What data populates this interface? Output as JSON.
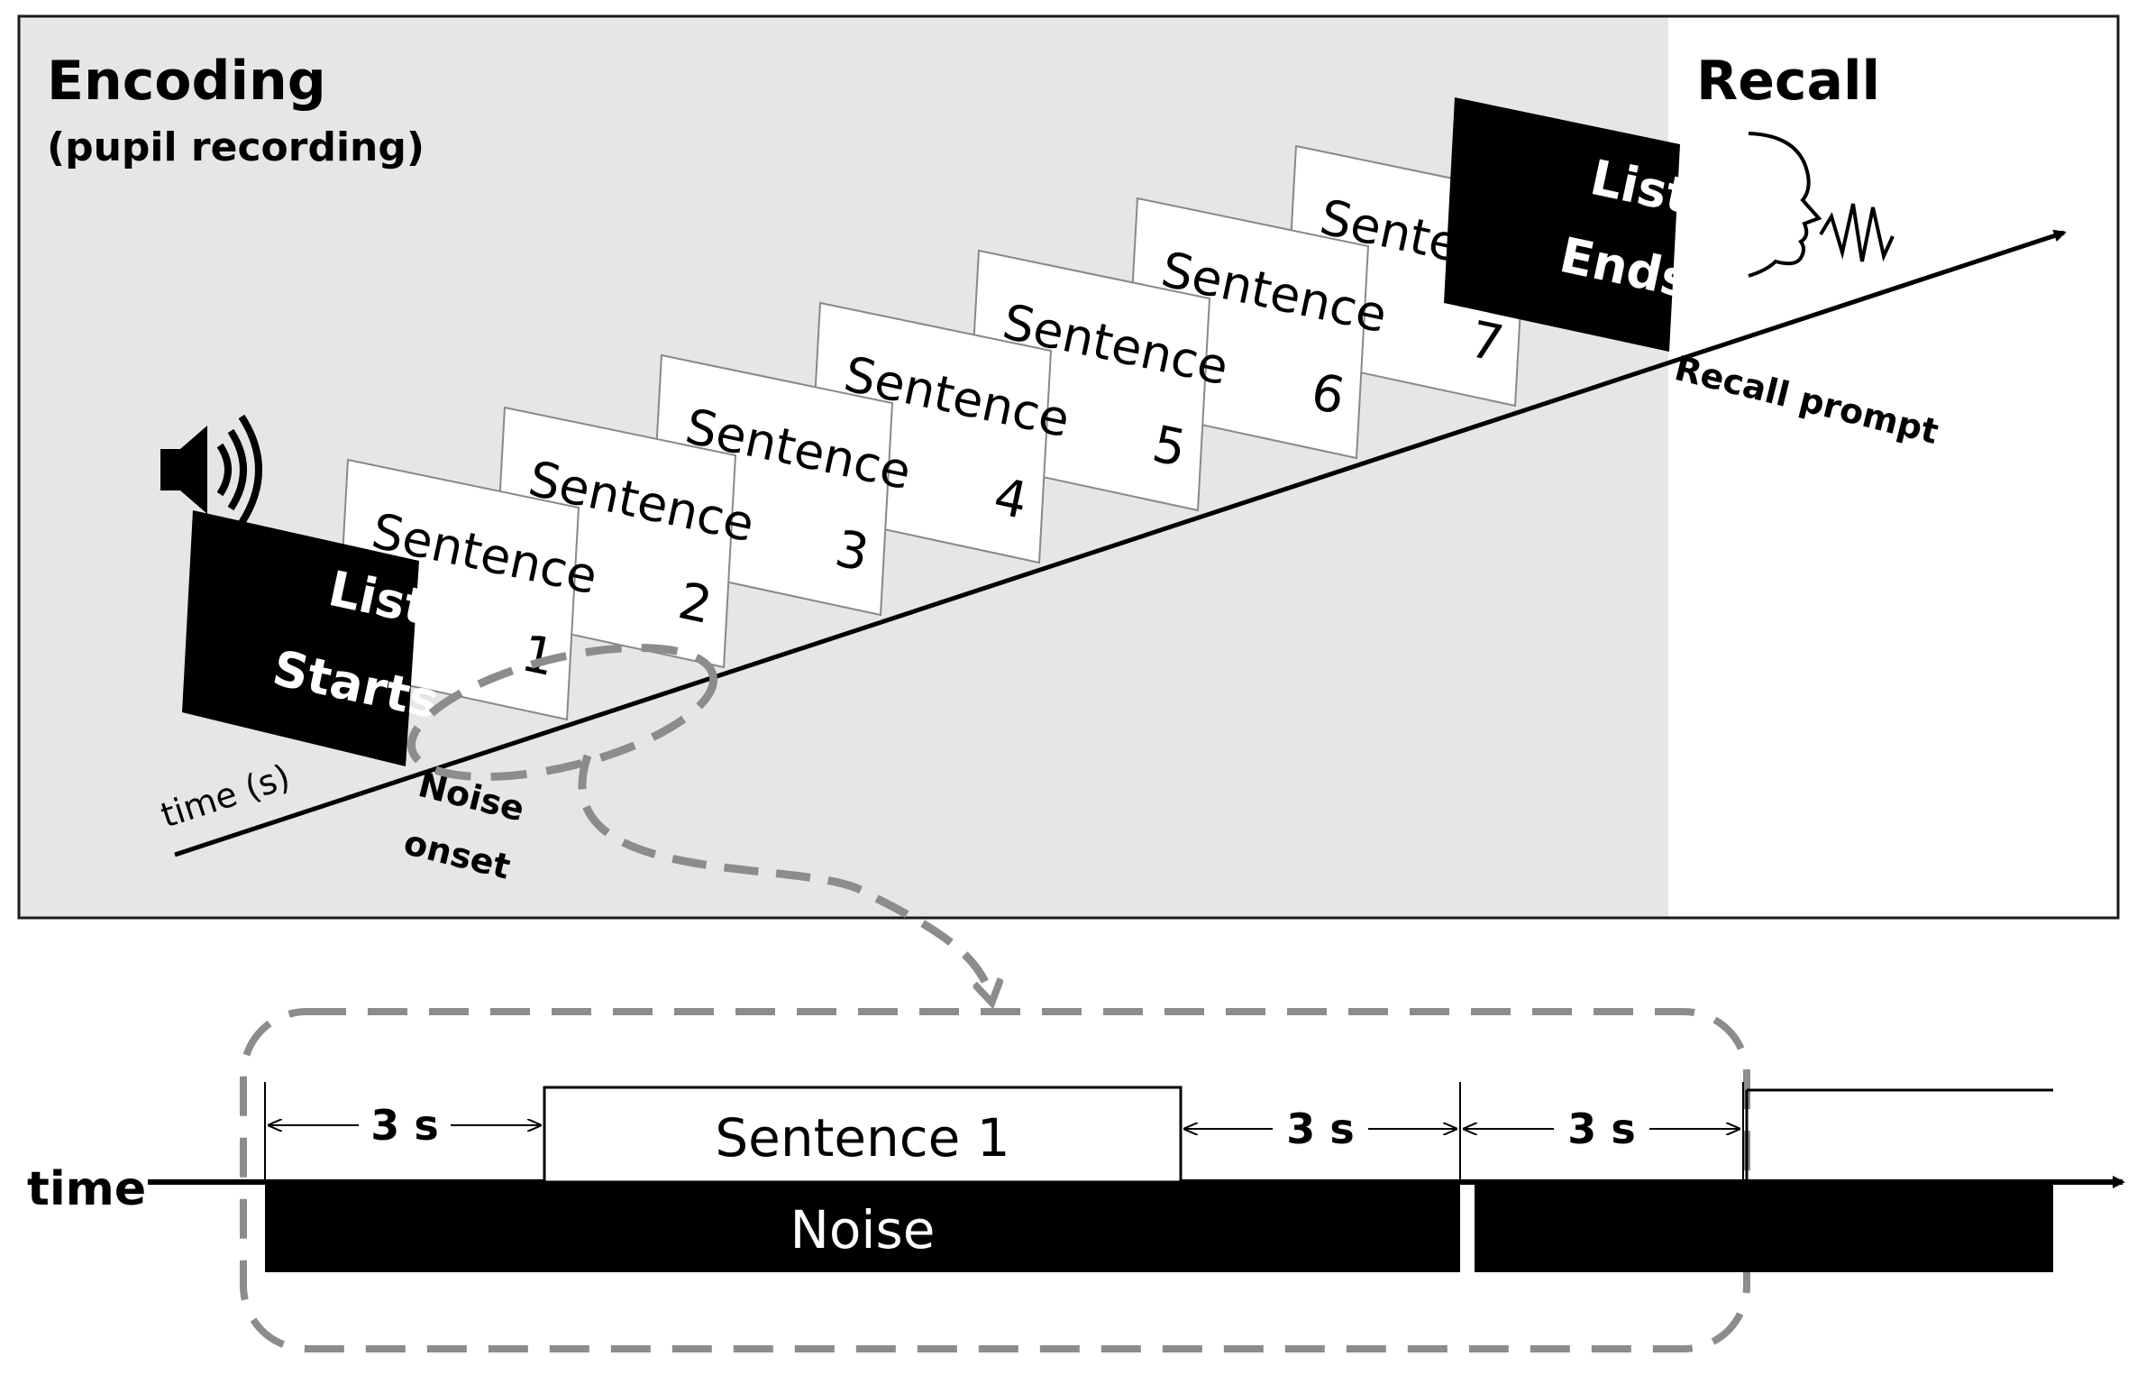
{
  "encoding": {
    "title": "Encoding",
    "subtitle": "(pupil recording)",
    "background": "#e6e6e6"
  },
  "recall": {
    "title": "Recall",
    "prompt_label": "Recall prompt"
  },
  "timeline": {
    "axis_label": "time (s)",
    "noise_onset_line1": "Noise",
    "noise_onset_line2": "onset"
  },
  "cards": {
    "start_line1": "List",
    "start_line2": "Starts",
    "end_line1": "List",
    "end_line2": "Ends",
    "sentence_word": "Sentence",
    "sentences": [
      "1",
      "2",
      "3",
      "4",
      "5",
      "6",
      "7"
    ]
  },
  "detail": {
    "time_label": "time",
    "gap1": "3 s",
    "sentence_label": "Sentence 1",
    "gap2": "3 s",
    "gap3": "3 s",
    "noise_label": "Noise"
  },
  "icons": [
    "speaker-icon",
    "speaking-head-icon"
  ]
}
